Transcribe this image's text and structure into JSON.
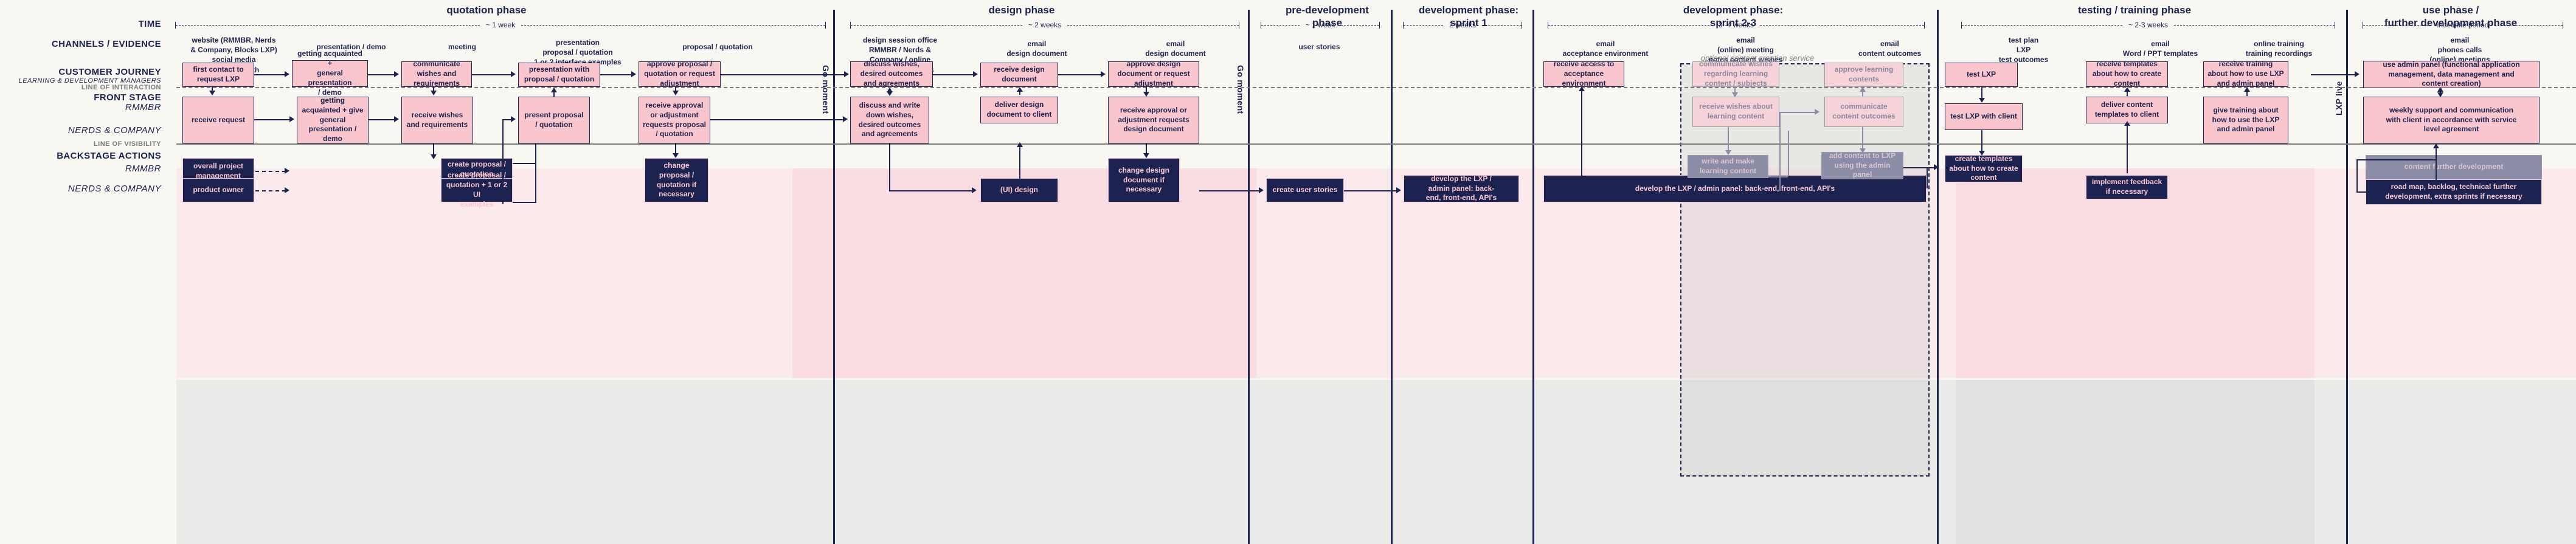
{
  "rows": {
    "time_label": "TIME",
    "channels_label": "CHANNELS / EVIDENCE",
    "customer_journey_label": "CUSTOMER JOURNEY",
    "customer_journey_sub": "LEARNING & DEVELOPMENT MANAGERS",
    "line_of_interaction": "LINE OF INTERACTION",
    "front_stage_label": "FRONT STAGE",
    "line_of_visibility": "LINE OF VISIBILITY",
    "backstage_label": "BACKSTAGE ACTIONS",
    "org_rmmbr": "RMMBR",
    "org_nerds": "NERDS & COMPANY"
  },
  "phases": [
    {
      "title": "quotation phase",
      "duration": "~ 1 week"
    },
    {
      "title": "design phase",
      "duration": "~ 2 weeks"
    },
    {
      "title": "pre-development\nphase",
      "duration": "~ 1 week"
    },
    {
      "title": "development phase:\nsprint 1",
      "duration": "2 weeks"
    },
    {
      "title": "development phase:\nsprint 2-3",
      "duration": "3 -4 weeks"
    },
    {
      "title": "testing / training phase",
      "duration": "~ 2-3 weeks"
    },
    {
      "title": "use phase /\nfurther development phase",
      "duration": "indefinite period"
    }
  ],
  "markers": {
    "go_moment_1": "Go moment",
    "go_moment_2": "Go moment",
    "lxp_live": "LXP live",
    "optional_service": "optional content creation service"
  },
  "channels": [
    "website (RMMBR, Nerds\n& Company, Blocks LXP)\nsocial media\nword of mouth",
    "presentation / demo",
    "meeting",
    "presentation\nproposal / quotation\n1 or 2 interface examples",
    "proposal / quotation",
    "design session office\nRMMBR / Nerds &\nCompany / online\nnotes about wishes",
    "email\ndesign document",
    "email\ndesign document",
    "user stories",
    "email\nacceptance environment",
    "email\n(online) meeting\nnotes content wishes",
    "email\ncontent outcomes",
    "test plan\nLXP\ntest outcomes",
    "email\nWord / PPT templates",
    "online training\ntraining recordings",
    "email\nphones calls\n(online) meetings"
  ],
  "customer_journey": [
    "first contact to\nrequest LXP",
    "getting acquainted +\ngeneral presentation\n/ demo",
    "communicate\nwishes and\nrequirements",
    "presentation with\nproposal / quotation",
    "approve proposal /\nquotation or request\nadjustment",
    "discuss wishes,\ndesired outcomes\nand agreements",
    "receive design\ndocument",
    "approve design\ndocument or request\nadjustment",
    "receive access to\nacceptance\nenvironment",
    "communicate wishes\nregarding learning\ncontent / subjects",
    "approve learning\ncontents",
    "test LXP",
    "receive templates\nabout how to create\ncontent",
    "receive training\nabout how to use LXP\nand admin panel",
    "use admin panel (functional application\nmanagement, data management and\ncontent creation)"
  ],
  "front_stage": [
    "receive request",
    "getting\nacquainted +  give\ngeneral\npresentation /\ndemo",
    "receive wishes\nand requirements",
    "present proposal\n/ quotation",
    "receive approval\nor adjustment\nrequests proposal\n/ quotation",
    "discuss and write\ndown wishes,\ndesired outcomes\nand agreements",
    "deliver design\ndocument to client",
    "receive approval or\nadjustment requests\ndesign document",
    "receive wishes about\nlearning content",
    "communicate\ncontent outcomes",
    "test LXP with client",
    "deliver content\ntemplates to client",
    "give training about\nhow to use the LXP\nand admin panel",
    "weekly support and communication\nwith client in accordance with service\nlevel agreement"
  ],
  "backstage": [
    "overall project\nmanagement",
    "product owner",
    "create proposal /\nquotation",
    "create proposal /\nquotation +  1 or 2 UI\nexamples",
    "change proposal /\nquotation if\nnecessary",
    "(UI) design",
    "change design\ndocument if\nnecessary",
    "create user stories",
    "develop the LXP /\nadmin panel: back-\nend, front-end, API's",
    "develop the LXP / admin panel: back-end, front-end, API's",
    "write and make\nlearning content",
    "add content to LXP\nusing the admin\npanel",
    "create templates\nabout how to create\ncontent",
    "implement feedback\nif necessary",
    "content further development",
    "road map, backlog, technical further\ndevelopment, extra sprints if necessary"
  ],
  "colors": {
    "navy": "#1d2350",
    "pink": "#f9c6ce",
    "band_pink_light": "#fbeaec",
    "band_pink": "#fadde2",
    "band_grey": "#ebebe9",
    "page_bg": "#f8f7f2",
    "muted": "#7c7c7c",
    "optional_fill": "#8b8ca6"
  }
}
